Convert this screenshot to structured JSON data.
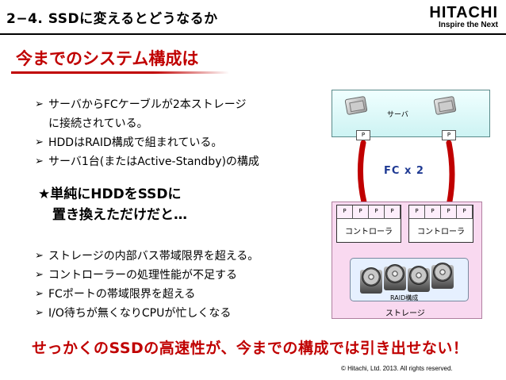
{
  "header": {
    "title": "2−4. SSDに変えるとどうなるか",
    "logo_main": "HITACHI",
    "logo_sub": "Inspire the Next"
  },
  "section_title": "今までのシステム構成は",
  "bullets_system": [
    {
      "lines": [
        "サーバからFCケーブルが2本ストレージ",
        "に接続されている。"
      ]
    },
    {
      "lines": [
        "HDDはRAID構成で組まれている。"
      ]
    },
    {
      "lines": [
        "サーバ1台(またはActive-Standby)の構成"
      ]
    }
  ],
  "highlight": {
    "line1": "★単純にHDDをSSDに",
    "line2": "置き換えただけだと…"
  },
  "bullets_issues": [
    "ストレージの内部バス帯域限界を超える。",
    "コントローラーの処理性能が不足する",
    "FCポートの帯域限界を超える",
    "I/O待ちが無くなりCPUが忙しくなる"
  ],
  "conclusion": "せっかくのSSDの高速性が、今までの構成では引き出せない！",
  "copyright": "© Hitachi, Ltd. 2013. All rights reserved.",
  "diagram": {
    "server_label": "サーバ",
    "server_port": "P",
    "fc_label": "FC x 2",
    "controller_label": "コントローラ",
    "controller_port": "P",
    "raid_label": "RAID構成",
    "storage_label": "ストレージ",
    "colors": {
      "cable": "#c00000",
      "server_fill": "#cdf3f3",
      "storage_fill": "#f9d9f0",
      "raid_fill": "#e6f0ff",
      "fc_text": "#1f3a93"
    }
  },
  "icons": {
    "bullet": "arrow-bullet-icon",
    "server": "server-icon",
    "disk": "hard-disk-icon"
  }
}
